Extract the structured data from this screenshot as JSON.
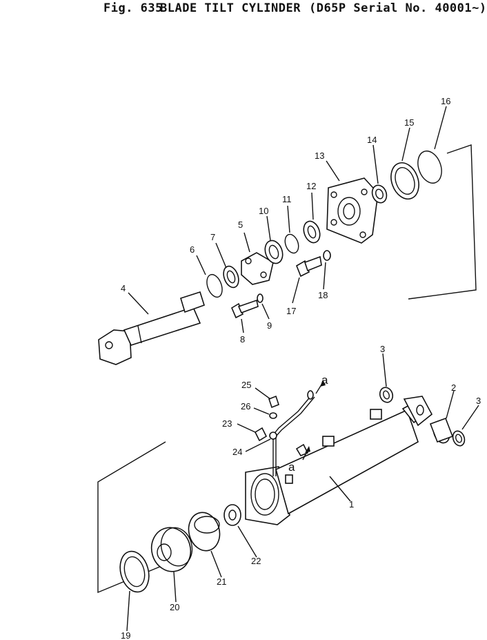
{
  "header": {
    "fig": "Fig. 635",
    "name": "BLADE TILT CYLINDER",
    "serial": "(D65P Serial No. 40001~)"
  },
  "callouts": {
    "c1": "1",
    "c2": "2",
    "c3a": "3",
    "c3b": "3",
    "c4": "4",
    "c5": "5",
    "c6": "6",
    "c7": "7",
    "c8": "8",
    "c9": "9",
    "c10": "10",
    "c11": "11",
    "c12": "12",
    "c13": "13",
    "c14": "14",
    "c15": "15",
    "c16": "16",
    "c17": "17",
    "c18": "18",
    "c19": "19",
    "c20": "20",
    "c21": "21",
    "c22": "22",
    "c23": "23",
    "c24": "24",
    "c25": "25",
    "c26": "26"
  },
  "connection_marks": {
    "a1": "a",
    "a2": "a"
  }
}
